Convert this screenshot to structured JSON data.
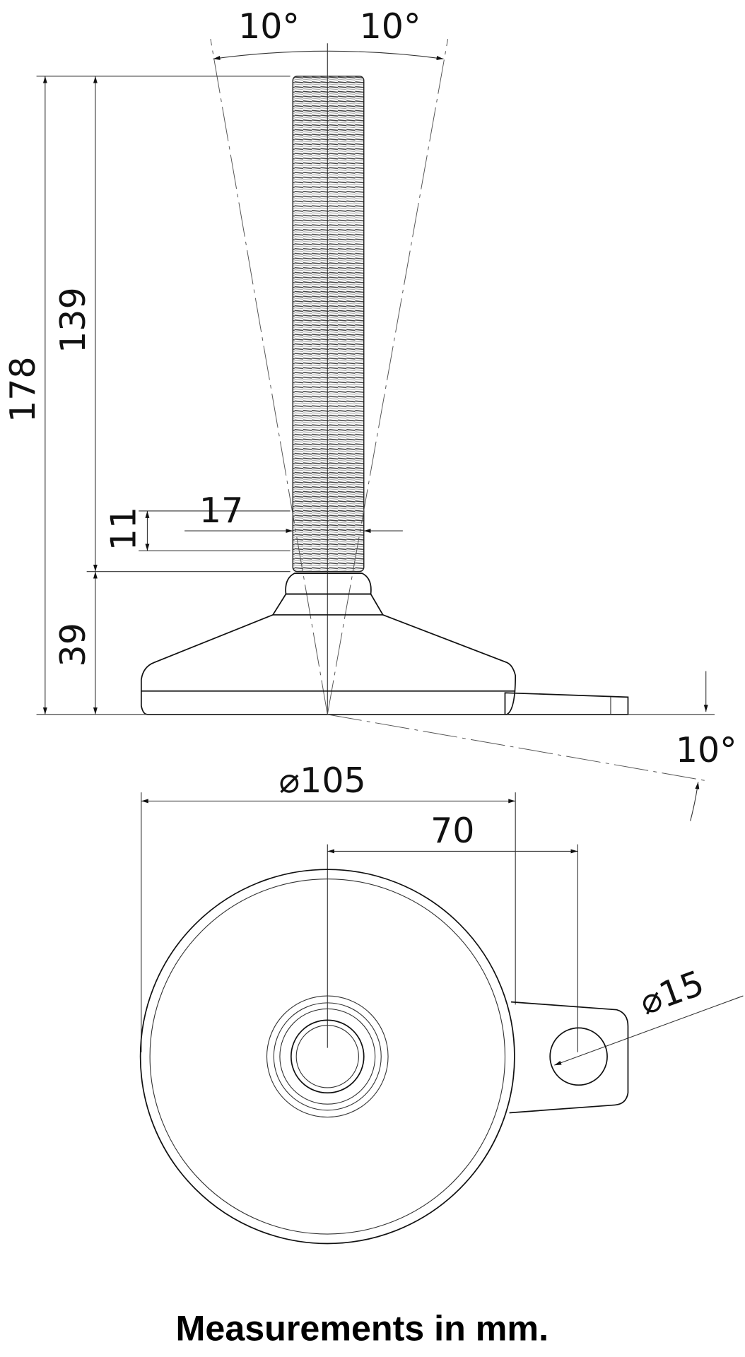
{
  "title": "Levelling foot dimension drawing",
  "dimensions": {
    "tilt_left": "10°",
    "tilt_right": "10°",
    "tilt_base": "10°",
    "total_height": "178",
    "thread_length": "139",
    "base_height": "39",
    "nut_height": "11",
    "thread_diameter": "17",
    "base_diameter": "⌀105",
    "hole_offset": "70",
    "hole_diameter": "⌀15"
  },
  "caption": "Measurements in mm."
}
